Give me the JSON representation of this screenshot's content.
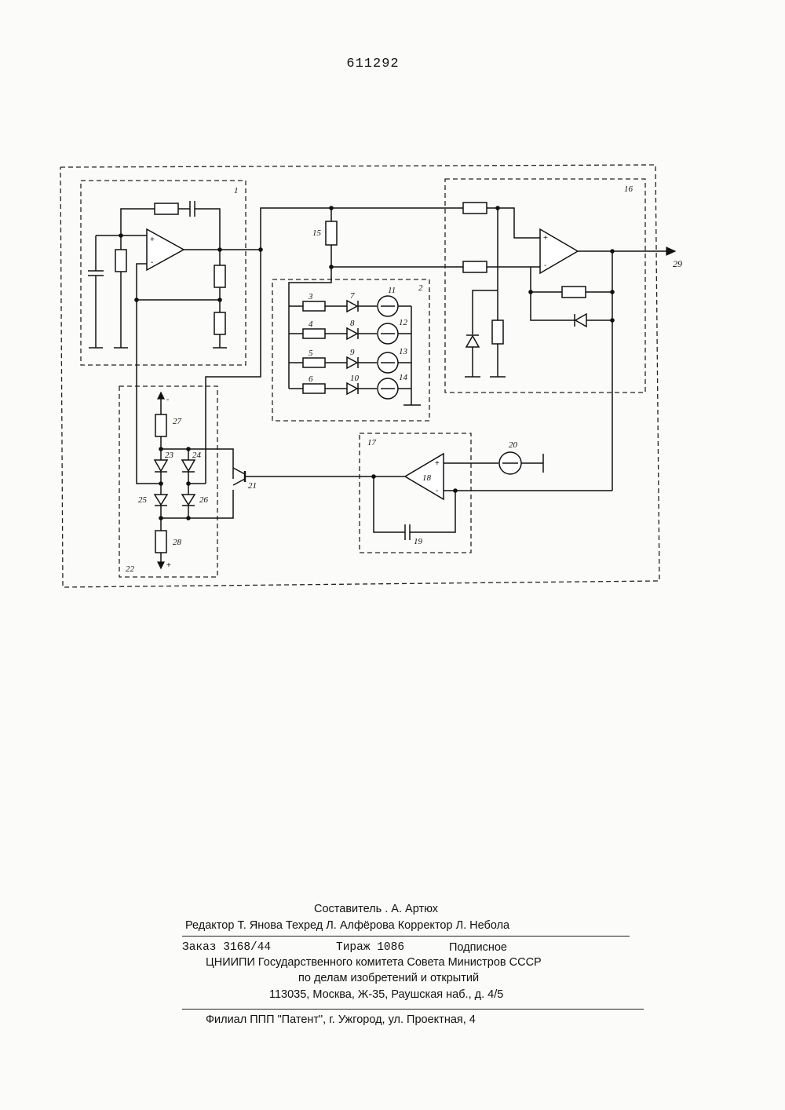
{
  "document": {
    "patent_number": "611292"
  },
  "schematic": {
    "labels": {
      "b1": "1",
      "b2": "2",
      "r3": "3",
      "r4": "4",
      "r5": "5",
      "r6": "6",
      "d7": "7",
      "d8": "8",
      "d9": "9",
      "d10": "10",
      "s11": "11",
      "s12": "12",
      "s13": "13",
      "s14": "14",
      "r15": "15",
      "b16": "16",
      "b17": "17",
      "a18": "18",
      "c19": "19",
      "s20": "20",
      "t21": "21",
      "b22": "22",
      "d23": "23",
      "d24": "24",
      "d25": "25",
      "d26": "26",
      "r27": "27",
      "r28": "28",
      "out29": "29"
    },
    "signs": {
      "plus": "+",
      "minus": "-"
    }
  },
  "imprint": {
    "compiler": "Составитель . А. Артюх",
    "editors": "Редактор Т. Янова Техред Л. Алфёрова Корректор Л. Небола",
    "order": "Заказ 3168/44",
    "print_run": "Тираж 1086",
    "subscription": "Подписное",
    "institute": "ЦНИИПИ Государственного комитета Совета Министров СССР",
    "institute_dept": "по делам изобретений и открытий",
    "address": "113035, Москва, Ж-35, Раушская наб., д. 4/5",
    "branch": "Филиал ППП \"Патент\", г. Ужгород, ул. Проектная, 4"
  }
}
